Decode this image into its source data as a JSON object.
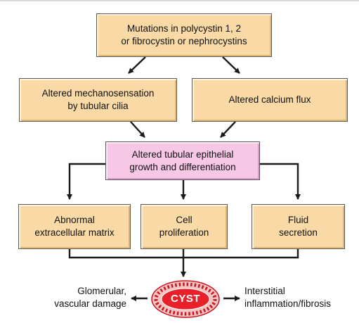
{
  "boxes": {
    "mutations": "Mutations in polycystin 1, 2\nor fibrocystin or nephrocystins",
    "mechanosensation": "Altered mechanosensation\nby tubular cilia",
    "calcium": "Altered calcium flux",
    "growth": "Altered tubular epithelial\ngrowth and differentiation",
    "matrix": "Abnormal\nextracellular matrix",
    "proliferation": "Cell\nproliferation",
    "secretion": "Fluid\nsecretion"
  },
  "cyst": {
    "label": "CYST"
  },
  "outcomes": {
    "left": "Glomerular,\nvascular damage",
    "right": "Interstitial\ninflammation/fibrosis"
  },
  "colors": {
    "box_fill": "#f9d9a6",
    "highlight_fill": "#f6c8e6",
    "cyst_fill": "#e8202a",
    "arrow": "#1a1a1a"
  }
}
